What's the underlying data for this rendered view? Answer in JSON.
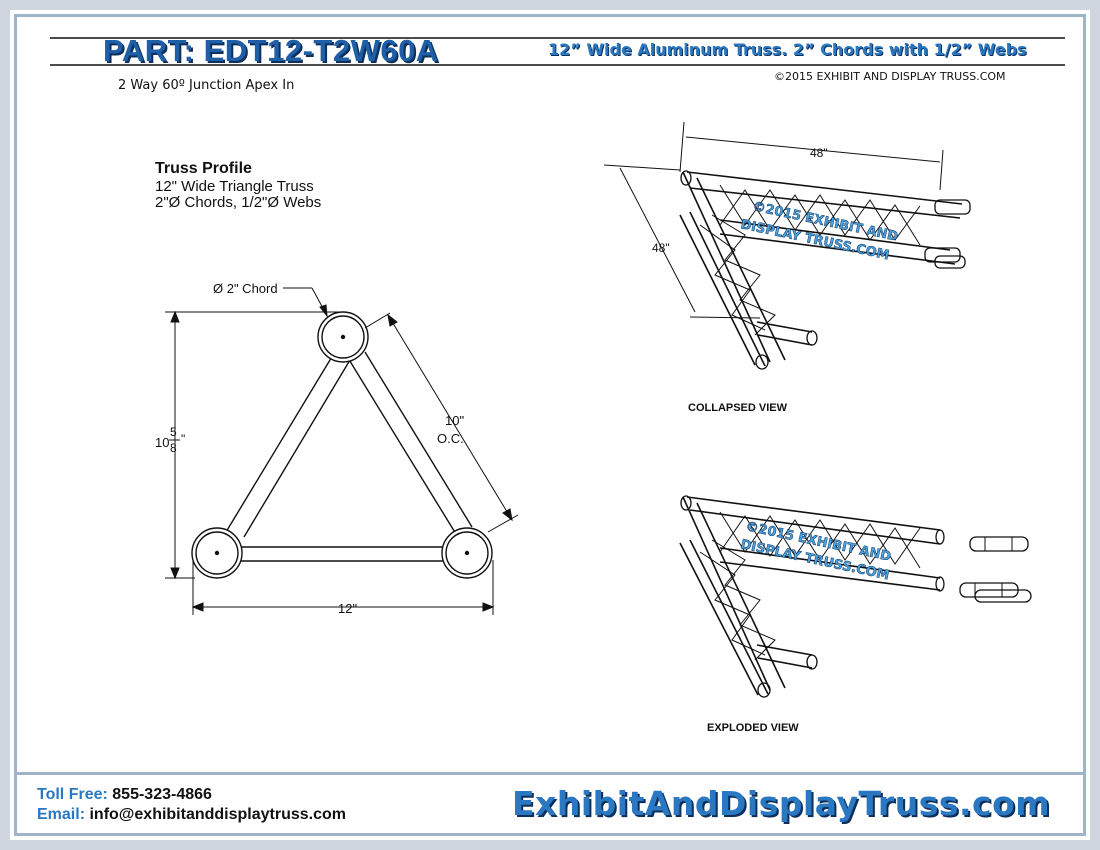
{
  "header": {
    "part": "PART: EDT12-T2W60A",
    "subtitle": "12” Wide Aluminum Truss. 2” Chords with 1/2” Webs",
    "copyright": "©2015 EXHIBIT AND DISPLAY TRUSS.COM",
    "junction": "2 Way 60º Junction Apex In"
  },
  "profile": {
    "title": "Truss Profile",
    "line1": "12\" Wide Triangle Truss",
    "line2": "2\"Ø Chords, 1/2\"Ø Webs",
    "chord_label": "Ø 2\" Chord",
    "height_whole": "10",
    "height_num": "5",
    "height_den": "8",
    "height_unit": "\"",
    "oc_value": "10\"",
    "oc_label": "O.C.",
    "width": "12\""
  },
  "collapsed": {
    "dim_top": "48\"",
    "dim_side": "48\"",
    "watermark1": "©2015 EXHIBIT AND",
    "watermark2": "DISPLAY TRUSS.COM",
    "label": "COLLAPSED VIEW"
  },
  "exploded": {
    "watermark1": "©2015 EXHIBIT AND",
    "watermark2": "DISPLAY TRUSS.COM",
    "label": "EXPLODED VIEW"
  },
  "footer": {
    "toll_label": "Toll Free:",
    "toll_value": "855-323-4866",
    "email_label": "Email:",
    "email_value": "info@exhibitanddisplaytruss.com",
    "site": "ExhibitAndDisplayTruss.com"
  },
  "colors": {
    "accent": "#2a78c2",
    "accent_dark": "#0d2f5a",
    "frame": "#cfd6df"
  }
}
